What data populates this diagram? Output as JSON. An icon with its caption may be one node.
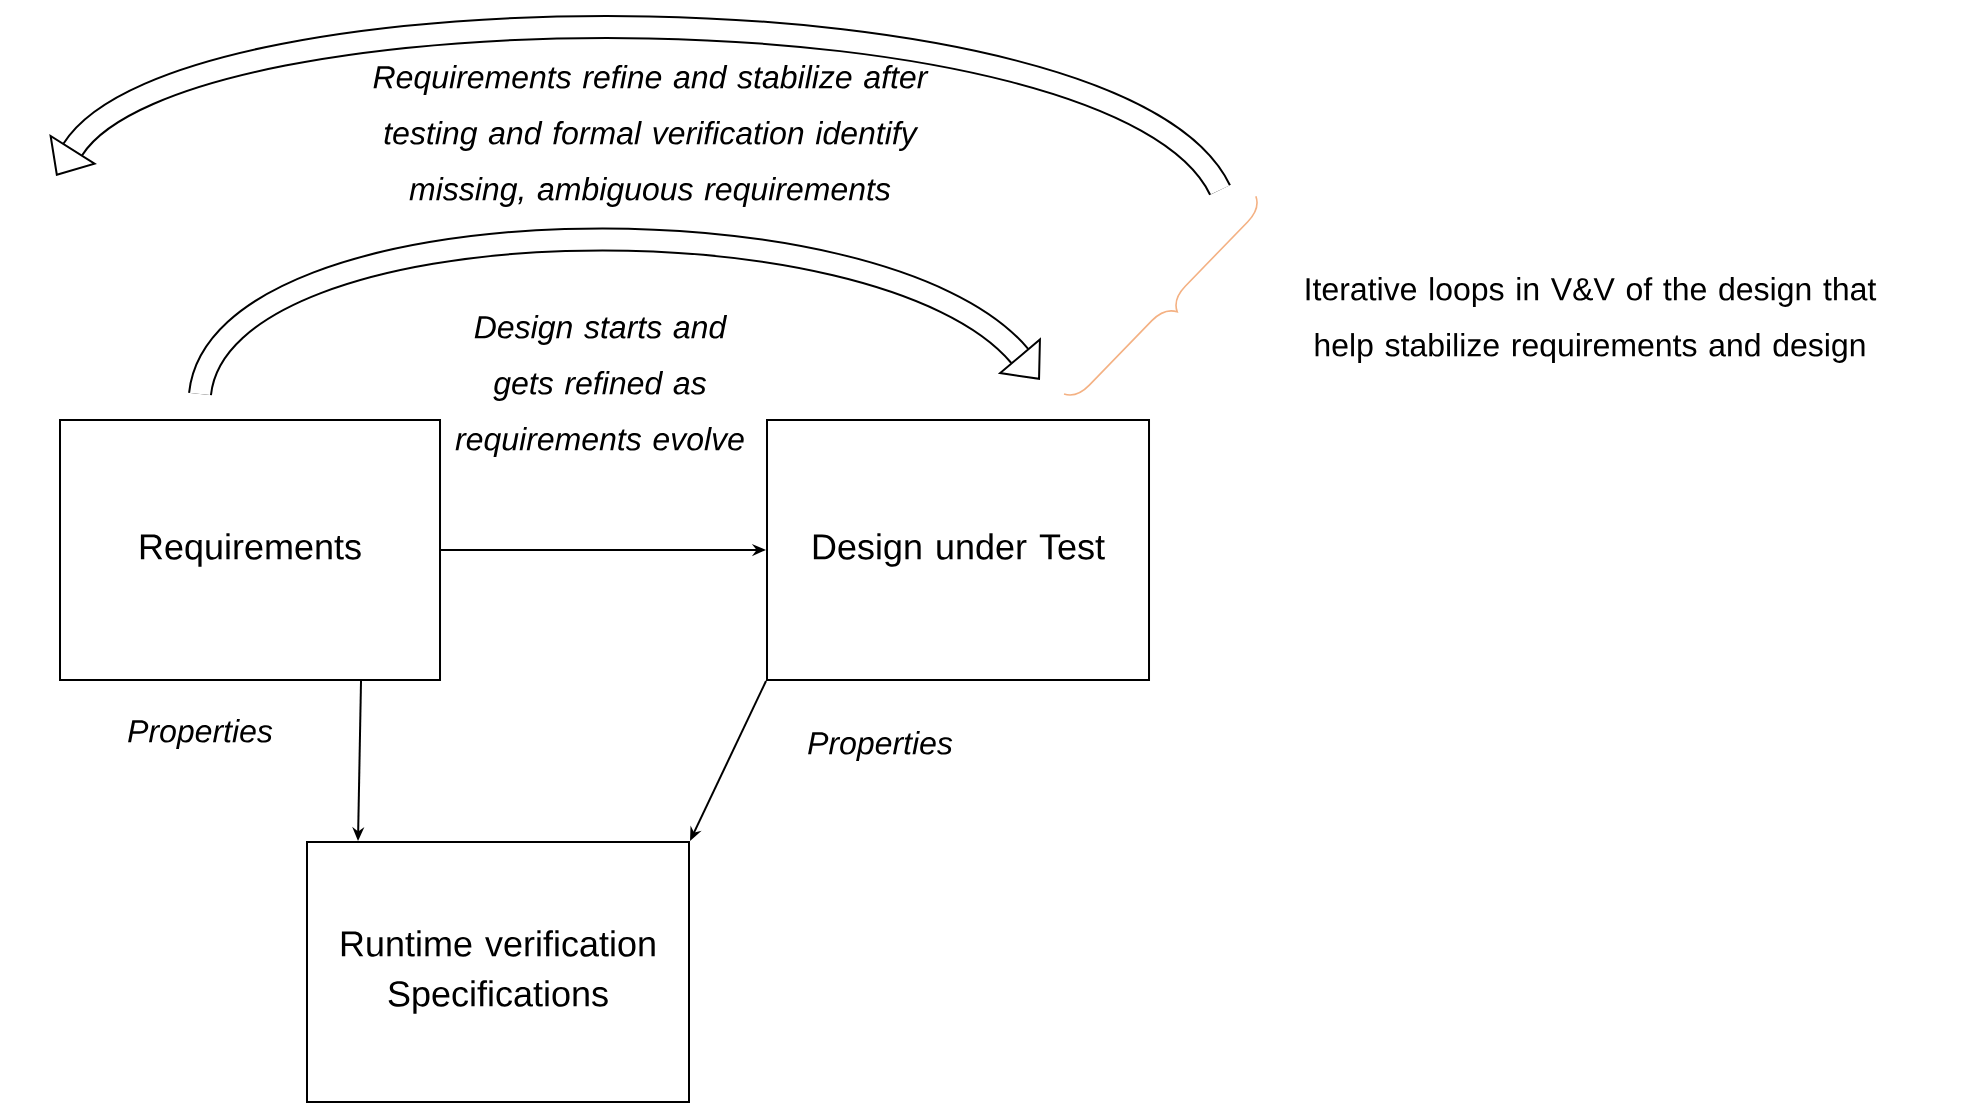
{
  "diagram": {
    "nodes": [
      {
        "text": [
          "Requirements"
        ]
      },
      {
        "text": [
          "Design under Test"
        ]
      },
      {
        "text": [
          "Runtime verification Specifications"
        ]
      }
    ],
    "edges": [
      {
        "from": 0,
        "to": 1,
        "arrow": "to"
      },
      {
        "from": 0,
        "to": 2,
        "arrow": "to",
        "label": "Properties"
      },
      {
        "from": 1,
        "to": 2,
        "arrow": "to",
        "label": "Properties"
      }
    ],
    "labels": [
      "Requirements refine and stabilize after testing and formal verification identify missing, ambiguous requirements",
      "Design starts and gets refined as requirements evolve",
      "Iterative loops in V&V of the design that help stabilize requirements and design"
    ]
  }
}
